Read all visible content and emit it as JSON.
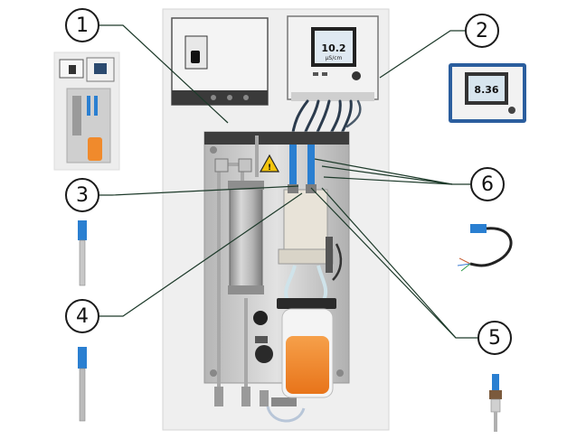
{
  "callouts": [
    {
      "id": "1",
      "label": "1"
    },
    {
      "id": "2",
      "label": "2"
    },
    {
      "id": "3",
      "label": "3"
    },
    {
      "id": "4",
      "label": "4"
    },
    {
      "id": "5",
      "label": "5"
    },
    {
      "id": "6",
      "label": "6"
    }
  ],
  "transmitter": {
    "display_value": "10.2",
    "display_unit": "µS/cm"
  },
  "compact_transmitter": {
    "display_value": "8.36"
  },
  "colors": {
    "panel": "#eeeeee",
    "steel": "#bdbdbd",
    "resin": "#f08a2c",
    "sensor_blue": "#2a7fd1",
    "leader": "#1d3a2a"
  },
  "icons": [
    "warning-icon",
    "valve-icon",
    "lock-icon"
  ]
}
